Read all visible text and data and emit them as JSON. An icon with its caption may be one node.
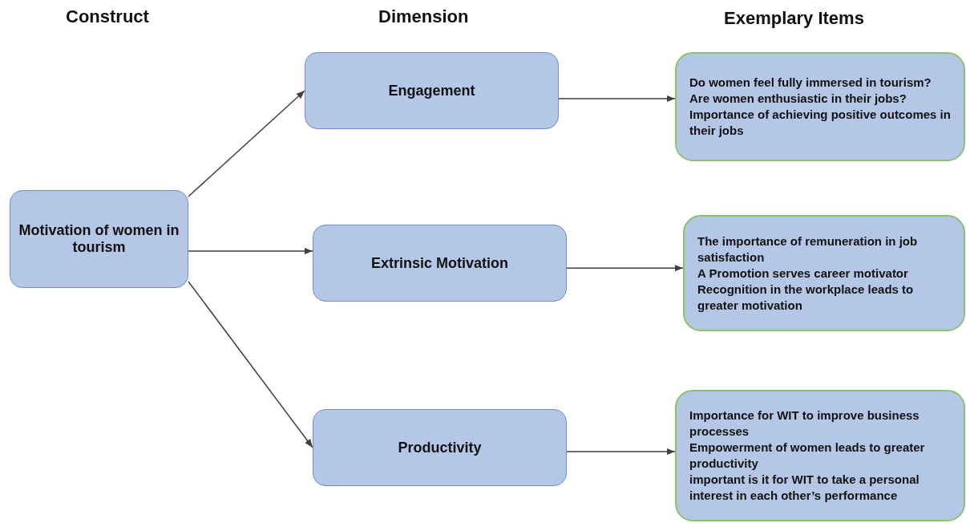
{
  "diagram": {
    "nodes": [
      {
        "text": [
          "Motivation of women in tourism"
        ]
      },
      {
        "text": [
          "Engagement"
        ]
      },
      {
        "text": [
          "Extrinsic Motivation"
        ]
      },
      {
        "text": [
          "Productivity"
        ]
      },
      {
        "text": [
          "Do women feel fully immersed in tourism?",
          "Are women enthusiastic in their jobs?",
          "Importance of achieving positive outcomes in their jobs"
        ]
      },
      {
        "text": [
          "The importance of remuneration in job satisfaction",
          "A Promotion serves career motivator",
          "Recognition in the workplace leads to greater motivation"
        ]
      },
      {
        "text": [
          "Importance for WIT to improve business processes",
          "Empowerment of women leads to greater productivity",
          "important is it for WIT to take a personal interest in each other’s performance"
        ]
      }
    ],
    "edges": [
      {
        "from": 0,
        "to": 1,
        "arrow": "to"
      },
      {
        "from": 0,
        "to": 2,
        "arrow": "to"
      },
      {
        "from": 0,
        "to": 3,
        "arrow": "to"
      },
      {
        "from": 1,
        "to": 4,
        "arrow": "to"
      },
      {
        "from": 2,
        "to": 5,
        "arrow": "to"
      },
      {
        "from": 3,
        "to": 6,
        "arrow": "to"
      }
    ],
    "labels": [
      "Construct",
      "Dimension",
      "Exemplary Items"
    ]
  }
}
